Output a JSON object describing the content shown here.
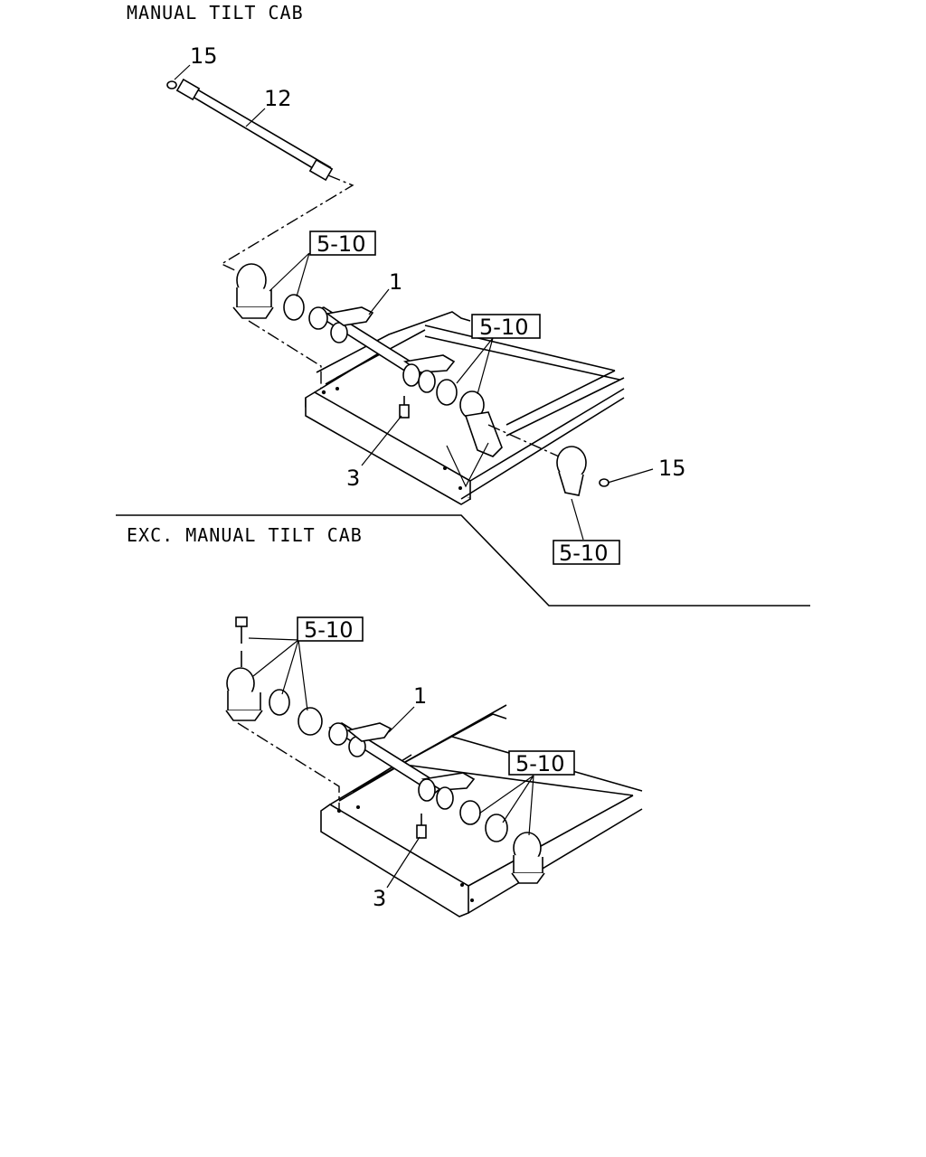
{
  "sections": {
    "top_title": "MANUAL TILT CAB",
    "bottom_title": "EXC. MANUAL TILT CAB"
  },
  "callouts": {
    "top": {
      "c15_a": "15",
      "c12": "12",
      "ref_5_10_a": "5-10",
      "c1": "1",
      "ref_5_10_b": "5-10",
      "c3": "3",
      "c15_b": "15",
      "ref_5_10_c": "5-10"
    },
    "bottom": {
      "ref_5_10_a": "5-10",
      "c1": "1",
      "ref_5_10_b": "5-10",
      "c3": "3"
    }
  }
}
